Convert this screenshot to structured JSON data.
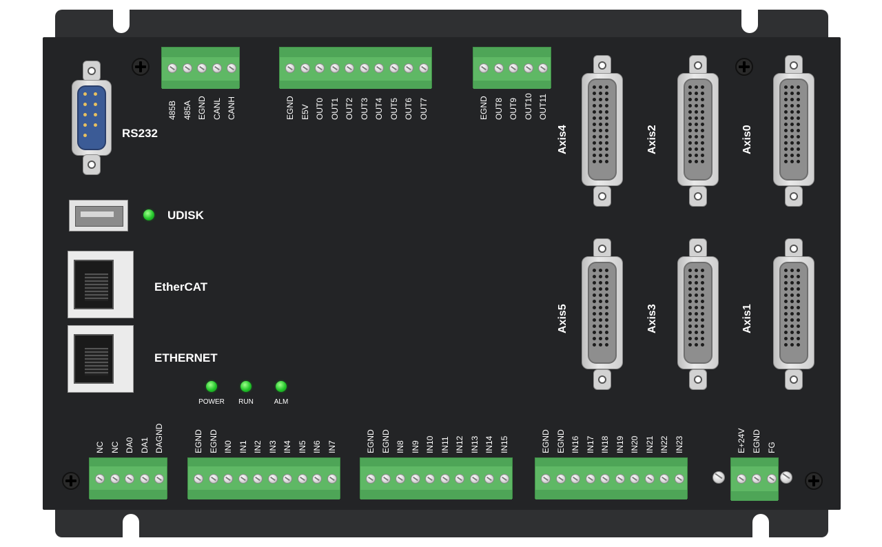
{
  "colors": {
    "housing": "#232426",
    "terminal": "#5fb865",
    "led": "#22c52a"
  },
  "ports": {
    "rs232": "RS232",
    "udisk": "UDISK",
    "ethercat": "EtherCAT",
    "ethernet": "ETHERNET"
  },
  "leds": [
    "POWER",
    "RUN",
    "ALM"
  ],
  "axes": {
    "top": [
      "Axis4",
      "Axis2",
      "Axis0"
    ],
    "bottom": [
      "Axis5",
      "Axis3",
      "Axis1"
    ]
  },
  "terminals": {
    "t_comm": [
      "485B",
      "485A",
      "EGND",
      "CANL",
      "CANH"
    ],
    "t_out1": [
      "EGND",
      "E5V",
      "OUT0",
      "OUT1",
      "OUT2",
      "OUT3",
      "OUT4",
      "OUT5",
      "OUT6",
      "OUT7"
    ],
    "t_out2": [
      "EGND",
      "OUT8",
      "OUT9",
      "OUT10",
      "OUT11"
    ],
    "b_da": [
      "NC",
      "NC",
      "DA0",
      "DA1",
      "DAGND"
    ],
    "b_in1": [
      "EGND",
      "EGND",
      "IN0",
      "IN1",
      "IN2",
      "IN3",
      "IN4",
      "IN5",
      "IN6",
      "IN7"
    ],
    "b_in2": [
      "EGND",
      "EGND",
      "IN8",
      "IN9",
      "IN10",
      "IN11",
      "IN12",
      "IN13",
      "IN14",
      "IN15"
    ],
    "b_in3": [
      "EGND",
      "EGND",
      "IN16",
      "IN17",
      "IN18",
      "IN19",
      "IN20",
      "IN21",
      "IN22",
      "IN23"
    ],
    "b_pwr": [
      "E+24V",
      "EGND",
      "FG"
    ]
  }
}
